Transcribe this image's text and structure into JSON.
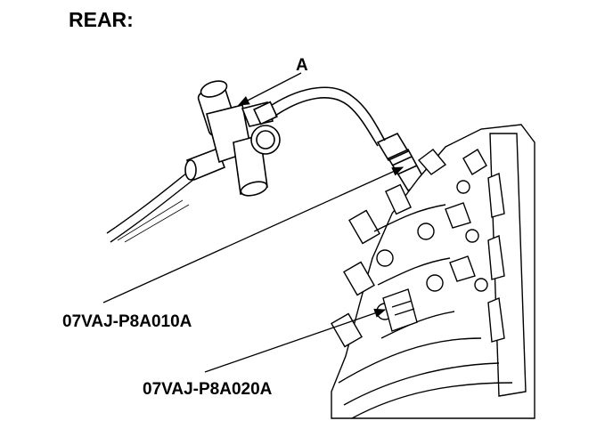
{
  "heading": "REAR:",
  "callouts": {
    "a": "A"
  },
  "part_numbers": {
    "upper": "07VAJ-P8A010A",
    "lower": "07VAJ-P8A020A"
  }
}
